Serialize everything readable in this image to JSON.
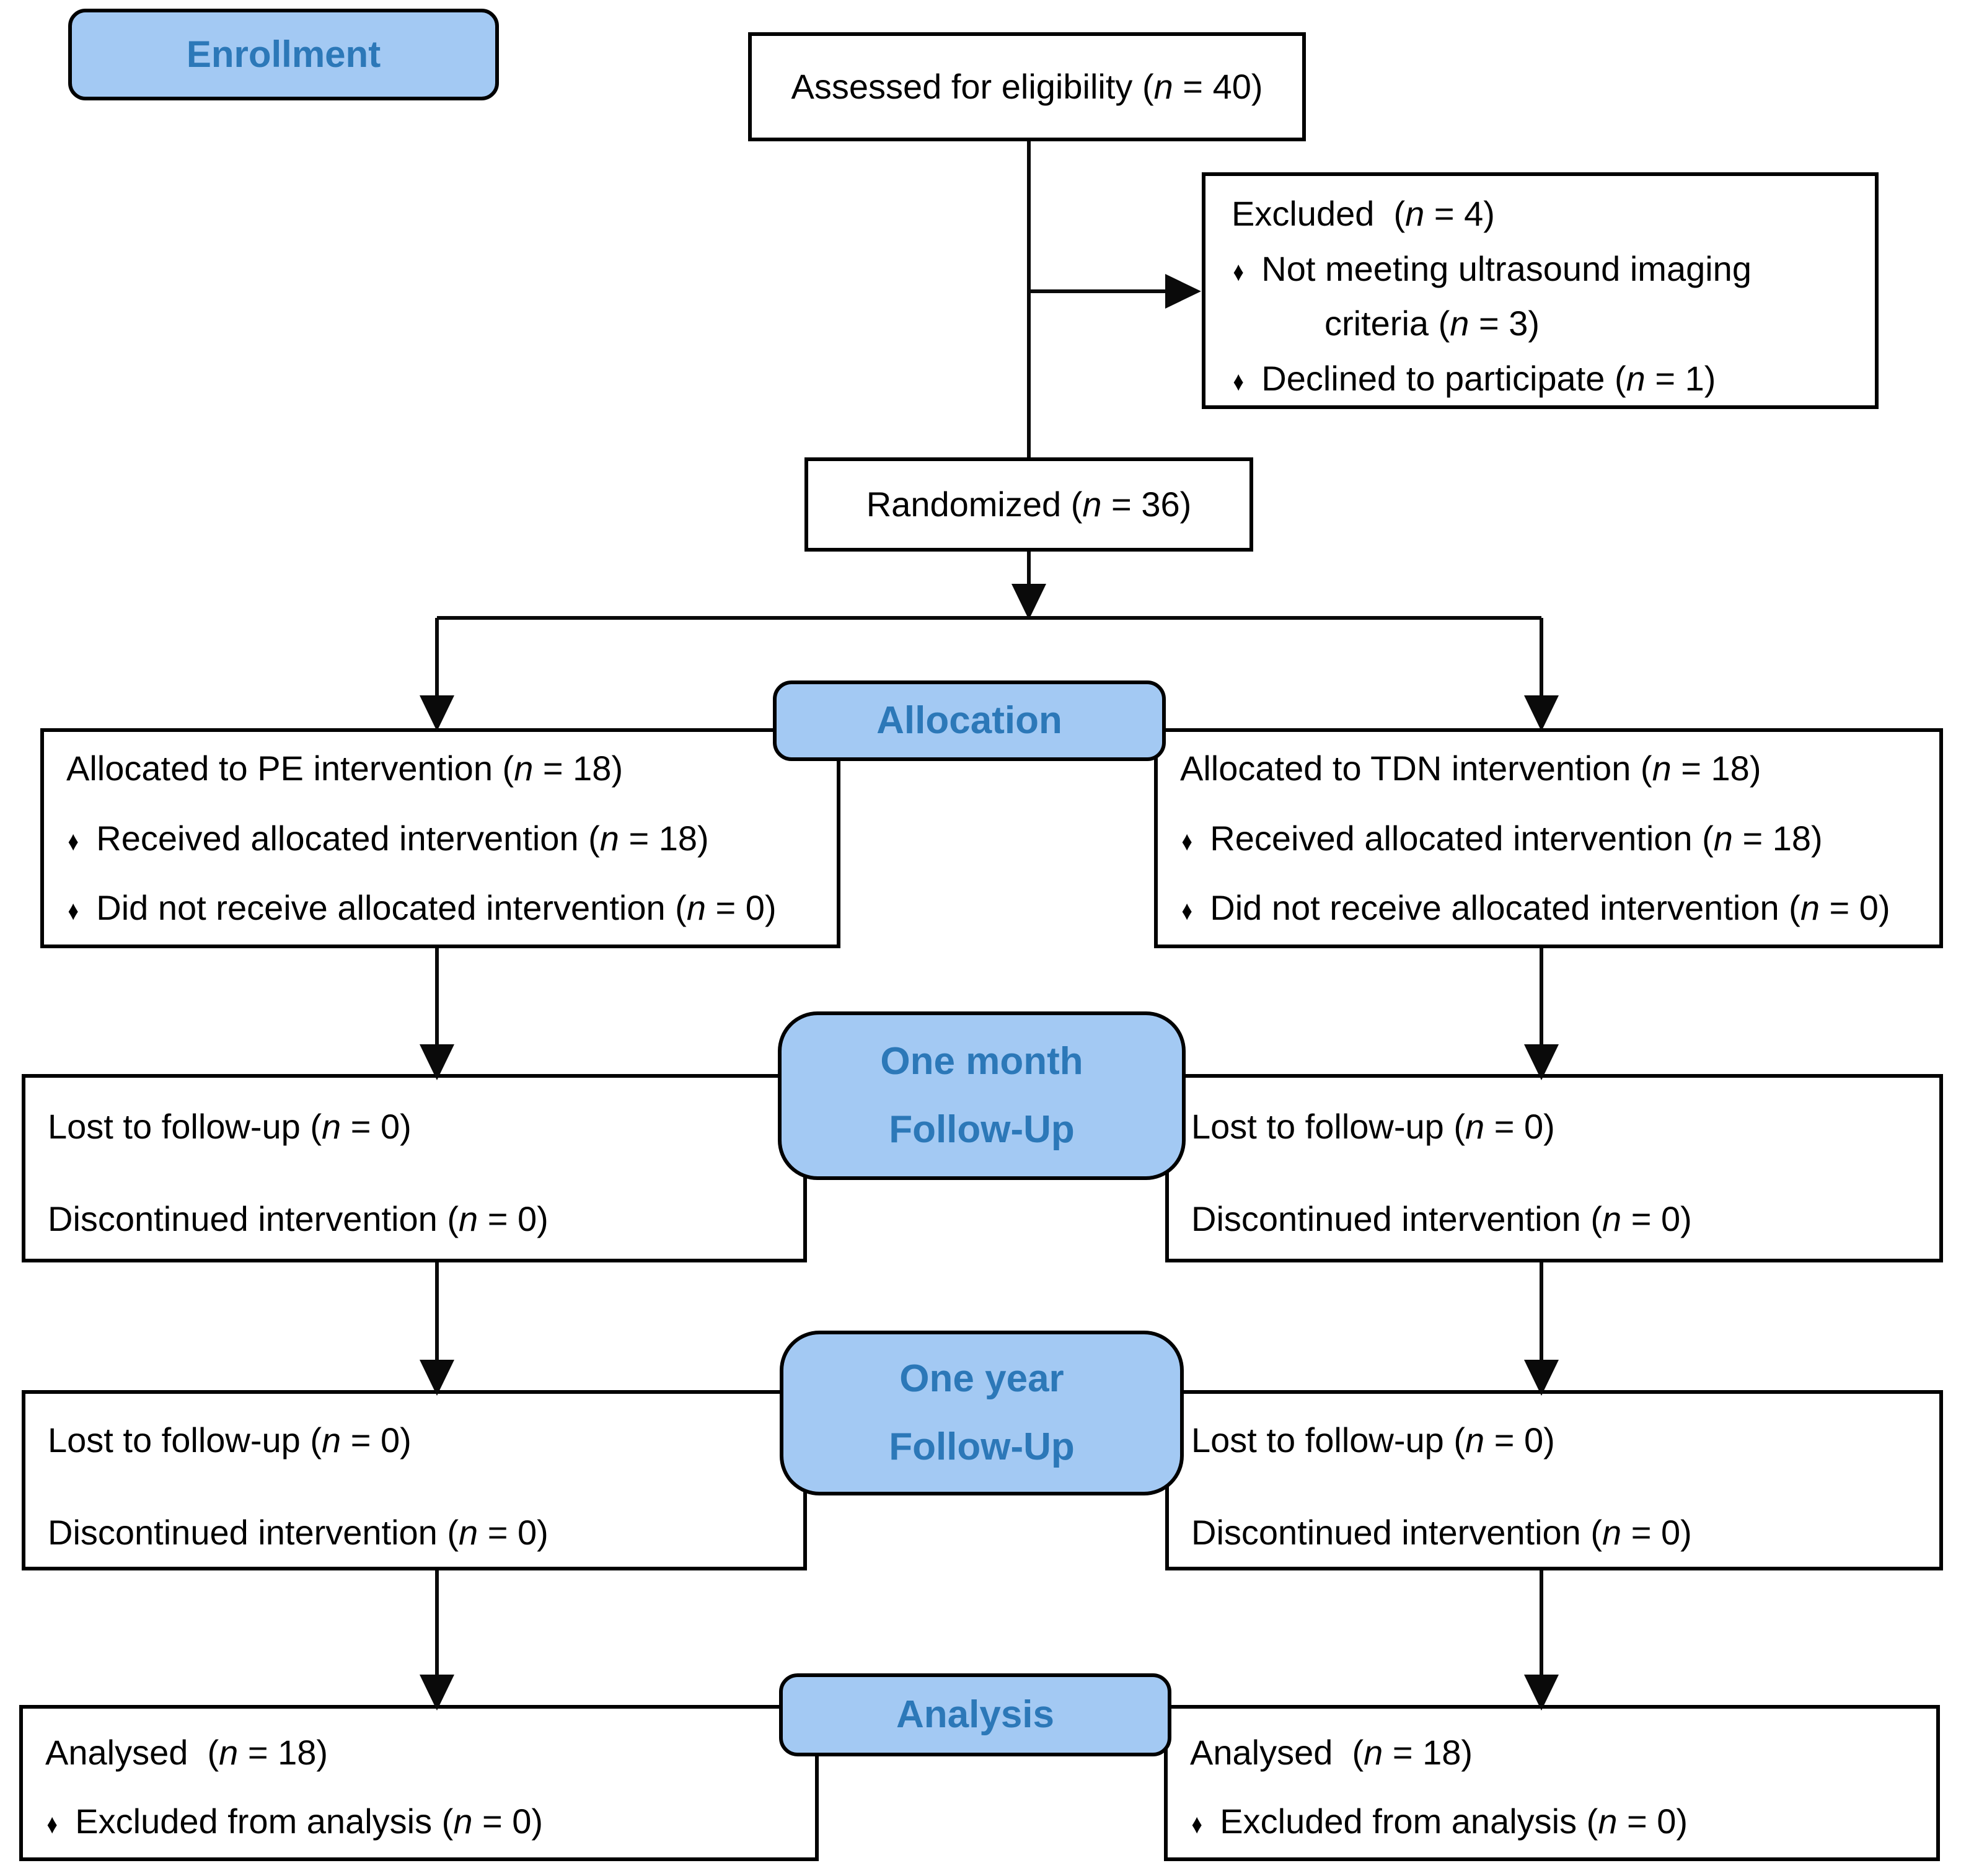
{
  "n_char": "n",
  "bullet_char": "♦",
  "colors": {
    "header_fill": "#A3C9F3",
    "header_text": "#2C78B8",
    "box_border": "#000000",
    "background": "#FFFFFF"
  },
  "headers": {
    "enrollment": "Enrollment",
    "allocation": "Allocation",
    "one_month": [
      "One month",
      "Follow-Up"
    ],
    "one_year": [
      "One year",
      "Follow-Up"
    ],
    "analysis": "Analysis"
  },
  "boxes": {
    "assessed": {
      "line": {
        "pre": "Assessed for eligibility (",
        "post": " = 40)"
      }
    },
    "excluded": {
      "title": {
        "pre": "Excluded  (",
        "post": " = 4)"
      },
      "bullet1_line1": "Not meeting ultrasound imaging",
      "bullet1_line2": {
        "pre": "criteria (",
        "post": " = 3)"
      },
      "bullet2": {
        "pre": "Declined to participate (",
        "post": " = 1)"
      }
    },
    "randomized": {
      "line": {
        "pre": "Randomized (",
        "post": " = 36)"
      }
    },
    "alloc_left": {
      "title": {
        "pre": "Allocated to PE intervention (",
        "post": " = 18)"
      },
      "bullet1": {
        "pre": "Received allocated intervention (",
        "post": " = 18)"
      },
      "bullet2": {
        "pre": "Did not receive allocated intervention (",
        "post": " = 0)"
      }
    },
    "alloc_right": {
      "title": {
        "pre": "Allocated to TDN intervention (",
        "post": " = 18)"
      },
      "bullet1": {
        "pre": "Received allocated intervention (",
        "post": " = 18)"
      },
      "bullet2": {
        "pre": "Did not receive allocated intervention (",
        "post": " = 0)"
      }
    },
    "om_left": {
      "line1": {
        "pre": "Lost to follow-up (",
        "post": " = 0)"
      },
      "line2": {
        "pre": "Discontinued intervention (",
        "post": " = 0)"
      }
    },
    "om_right": {
      "line1": {
        "pre": "Lost to follow-up (",
        "post": " = 0)"
      },
      "line2": {
        "pre": "Discontinued intervention (",
        "post": " = 0)"
      }
    },
    "oy_left": {
      "line1": {
        "pre": "Lost to follow-up (",
        "post": " = 0)"
      },
      "line2": {
        "pre": "Discontinued intervention (",
        "post": " = 0)"
      }
    },
    "oy_right": {
      "line1": {
        "pre": "Lost to follow-up (",
        "post": " = 0)"
      },
      "line2": {
        "pre": "Discontinued intervention (",
        "post": " = 0)"
      }
    },
    "an_left": {
      "title": {
        "pre": "Analysed  (",
        "post": " = 18)"
      },
      "bullet1": {
        "pre": "Excluded from analysis (",
        "post": " = 0)"
      }
    },
    "an_right": {
      "title": {
        "pre": "Analysed  (",
        "post": " = 18)"
      },
      "bullet1": {
        "pre": "Excluded from analysis (",
        "post": " = 0)"
      }
    }
  }
}
